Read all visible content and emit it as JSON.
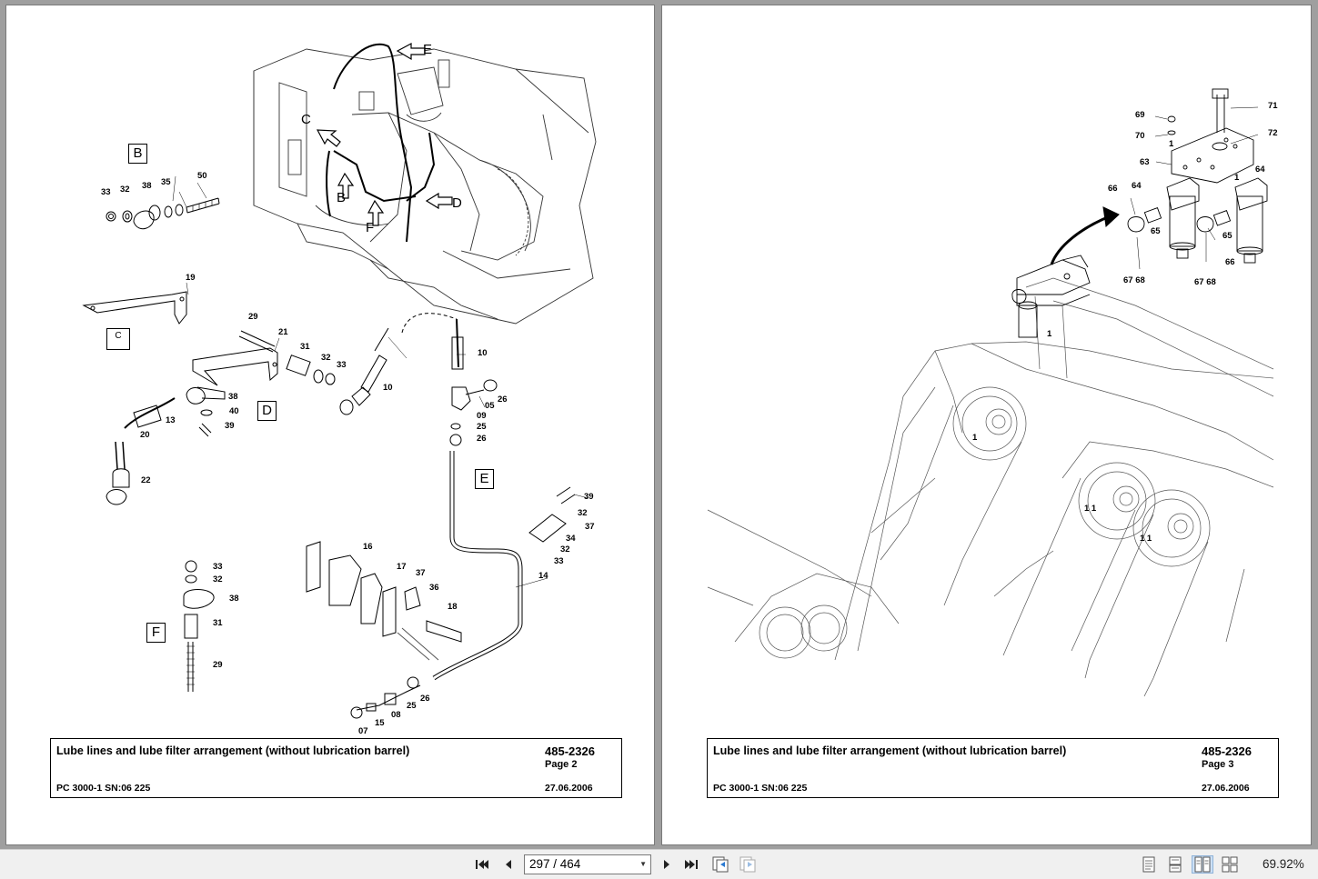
{
  "viewer": {
    "left_page": {
      "title_block": {
        "title": "Lube lines and lube filter arrangement  (without lubrication barrel)",
        "doc_number": "485-2326",
        "page_label": "Page 2",
        "model": "PC 3000-1 SN:06 225",
        "date": "27.06.2006"
      },
      "section_labels": [
        "B",
        "C",
        "D",
        "E",
        "F"
      ],
      "callout_letters": [
        "E",
        "C",
        "B",
        "D",
        "F"
      ],
      "part_numbers": [
        "33",
        "32",
        "38",
        "35",
        "50",
        "19",
        "29",
        "21",
        "31",
        "32",
        "33",
        "10",
        "38",
        "40",
        "39",
        "13",
        "20",
        "22",
        "10",
        "05",
        "26",
        "09",
        "25",
        "26",
        "39",
        "32",
        "37",
        "34",
        "32",
        "33",
        "14",
        "16",
        "17",
        "37",
        "36",
        "18",
        "33",
        "32",
        "38",
        "31",
        "29",
        "26",
        "25",
        "08",
        "15",
        "07"
      ]
    },
    "right_page": {
      "title_block": {
        "title": "Lube lines and lube filter arrangement  (without lubrication barrel)",
        "doc_number": "485-2326",
        "page_label": "Page 3",
        "model": "PC 3000-1 SN:06 225",
        "date": "27.06.2006"
      },
      "part_numbers": [
        "71",
        "69",
        "70",
        "1",
        "72",
        "63",
        "64",
        "66",
        "64",
        "1",
        "65",
        "65",
        "66",
        "67 68",
        "67 68",
        "1",
        "1",
        "1 1",
        "1 1"
      ]
    }
  },
  "toolbar": {
    "page_current": "297",
    "page_separator": "/",
    "page_total": "464",
    "page_display": "297 / 464",
    "zoom": "69.92%",
    "icons": [
      "first-page-icon",
      "previous-page-icon",
      "next-page-icon",
      "last-page-icon",
      "go-back-icon",
      "go-forward-icon",
      "single-page-view-icon",
      "continuous-view-icon",
      "two-page-view-icon",
      "two-page-continuous-view-icon"
    ]
  }
}
